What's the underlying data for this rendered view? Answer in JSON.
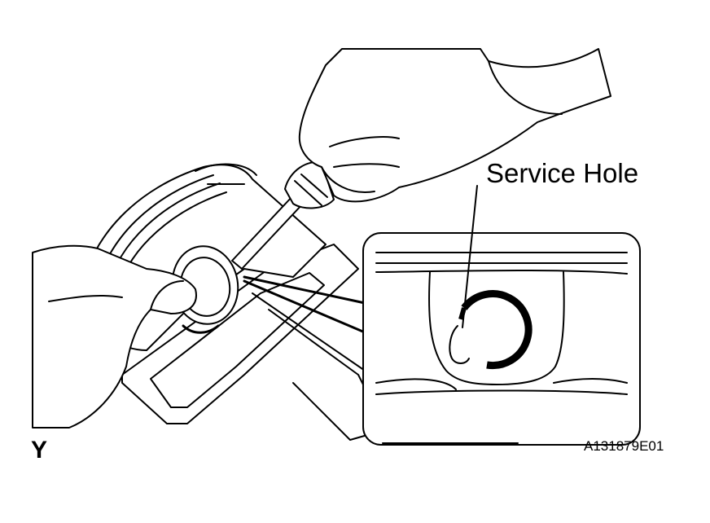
{
  "callout": {
    "label": "Service Hole"
  },
  "corner_mark": "Y",
  "figure_code": "A131879E01",
  "colors": {
    "ink": "#000000",
    "paper": "#ffffff"
  }
}
